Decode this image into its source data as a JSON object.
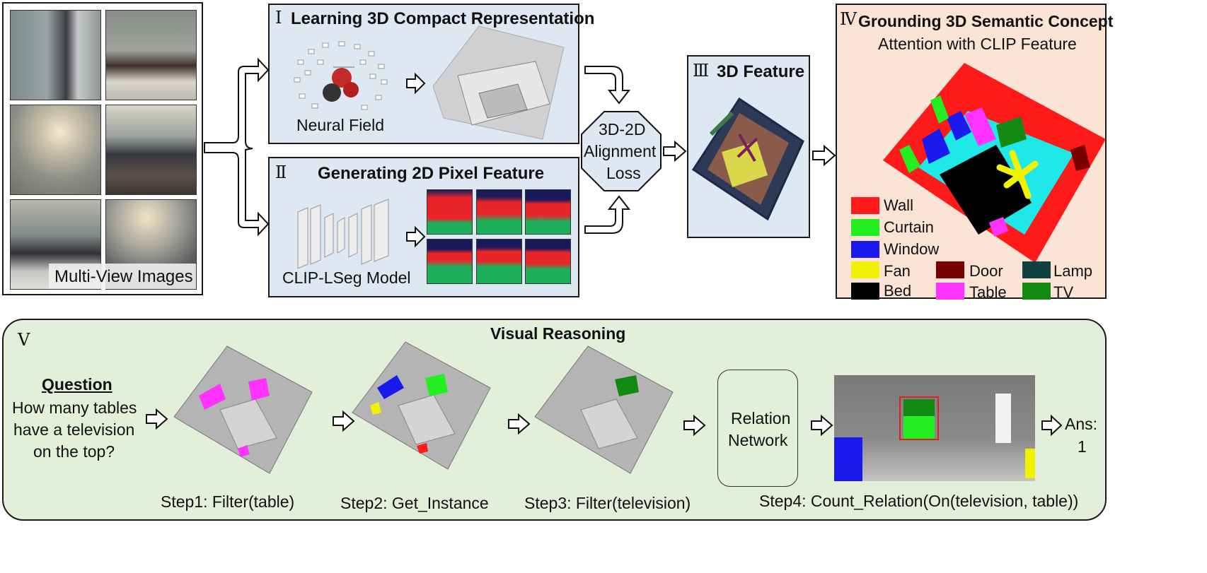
{
  "multiview": {
    "caption": "Multi-View Images"
  },
  "stage1": {
    "numeral": "Ⅰ",
    "title": "Learning 3D Compact Representation",
    "caption": "Neural Field"
  },
  "stage2": {
    "numeral": "Ⅱ",
    "title": "Generating 2D Pixel Feature",
    "caption": "CLIP-LSeg Model"
  },
  "alignment": {
    "line1": "3D-2D",
    "line2": "Alignment",
    "line3": "Loss"
  },
  "stage3": {
    "numeral": "Ⅲ",
    "title": "3D Feature"
  },
  "stage4": {
    "numeral": "Ⅳ",
    "title": "Grounding 3D Semantic Concept",
    "subtitle": "Attention with CLIP Feature",
    "legend": [
      {
        "label": "Wall",
        "color": "#ff1a1a"
      },
      {
        "label": "Curtain",
        "color": "#22ee22"
      },
      {
        "label": "Window",
        "color": "#1a1aee"
      },
      {
        "label": "Fan",
        "color": "#f2f200"
      },
      {
        "label": "Bed",
        "color": "#000000"
      },
      {
        "label": "Door",
        "color": "#7a0000"
      },
      {
        "label": "Table",
        "color": "#ff33ff"
      },
      {
        "label": "Lamp",
        "color": "#0f4040"
      },
      {
        "label": "TV",
        "color": "#128a12"
      }
    ]
  },
  "stage5": {
    "numeral": "V",
    "title": "Visual Reasoning",
    "question_heading": "Question",
    "question_lines": [
      "How many tables",
      "have a television",
      "on the top?"
    ],
    "steps": [
      "Step1: Filter(table)",
      "Step2: Get_Instance",
      "Step3: Filter(television)",
      "Step4: Count_Relation(On(television, table))"
    ],
    "relation_network": [
      "Relation",
      "Network"
    ],
    "answer_label": "Ans:",
    "answer_value": "1"
  }
}
